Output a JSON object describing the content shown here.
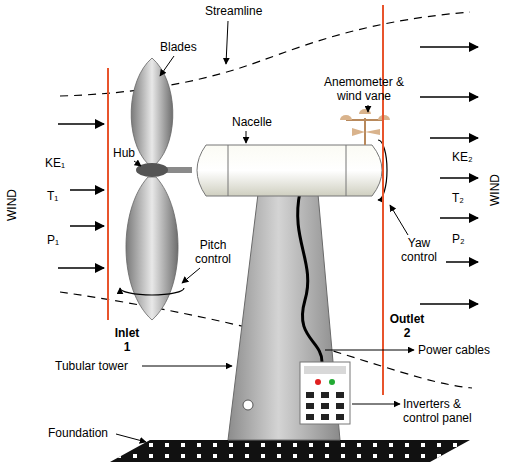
{
  "diagram": {
    "labels": [
      "Streamline",
      "Blades",
      "Anemometer & wind vane",
      "Nacelle",
      "Hub",
      "KE₁",
      "KE₂",
      "WIND",
      "T₁",
      "T₂",
      "WIND",
      "P₁",
      "P₂",
      "Pitch control",
      "Yaw control",
      "Inlet 1",
      "Outlet 2",
      "Power cables",
      "Tubular tower",
      "Inverters & control panel",
      "Foundation"
    ]
  }
}
